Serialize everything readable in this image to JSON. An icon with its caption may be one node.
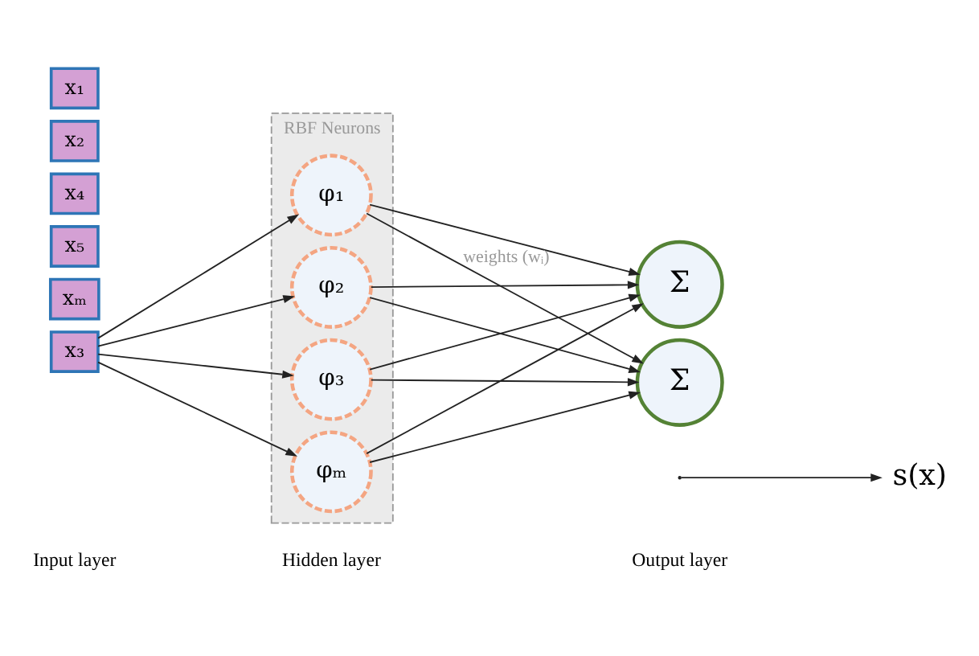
{
  "diagram": {
    "nodes": [
      {
        "text": [
          "x₁"
        ]
      },
      {
        "text": [
          "x₂"
        ]
      },
      {
        "text": [
          "x₃"
        ]
      },
      {
        "text": [
          "x₄"
        ]
      },
      {
        "text": [
          "x₅"
        ]
      },
      {
        "text": [
          "xₘ"
        ]
      },
      {
        "text": [
          "RBF Neurons"
        ]
      },
      {
        "text": [
          "φ₁"
        ],
        "in": 6
      },
      {
        "text": [
          "φ₂"
        ],
        "in": 6
      },
      {
        "text": [
          "φ₃"
        ],
        "in": 6
      },
      {
        "text": [
          "φₘ"
        ],
        "in": 6
      },
      {
        "text": [
          "Σ"
        ]
      },
      {
        "text": [
          "Σ"
        ]
      },
      {
        "text": [
          "s(x)"
        ]
      }
    ],
    "edges": [
      {
        "from": 2,
        "to": 7,
        "arrow": "to"
      },
      {
        "from": 2,
        "to": 8,
        "arrow": "to"
      },
      {
        "from": 2,
        "to": 9,
        "arrow": "to"
      },
      {
        "from": 2,
        "to": 10,
        "arrow": "to"
      },
      {
        "from": 7,
        "to": 11,
        "arrow": "to",
        "label": "weights (wᵢ)"
      },
      {
        "from": 7,
        "to": 12,
        "arrow": "to"
      },
      {
        "from": 8,
        "to": 11,
        "arrow": "to"
      },
      {
        "from": 8,
        "to": 12,
        "arrow": "to"
      },
      {
        "from": 9,
        "to": 11,
        "arrow": "to"
      },
      {
        "from": 9,
        "to": 12,
        "arrow": "to"
      },
      {
        "from": 10,
        "to": 11,
        "arrow": "to"
      },
      {
        "from": 10,
        "to": 12,
        "arrow": "to"
      },
      {
        "from": null,
        "to": 13,
        "arrow": "to"
      }
    ],
    "labels": [
      "Input layer",
      "Hidden layer",
      "Output layer"
    ]
  }
}
